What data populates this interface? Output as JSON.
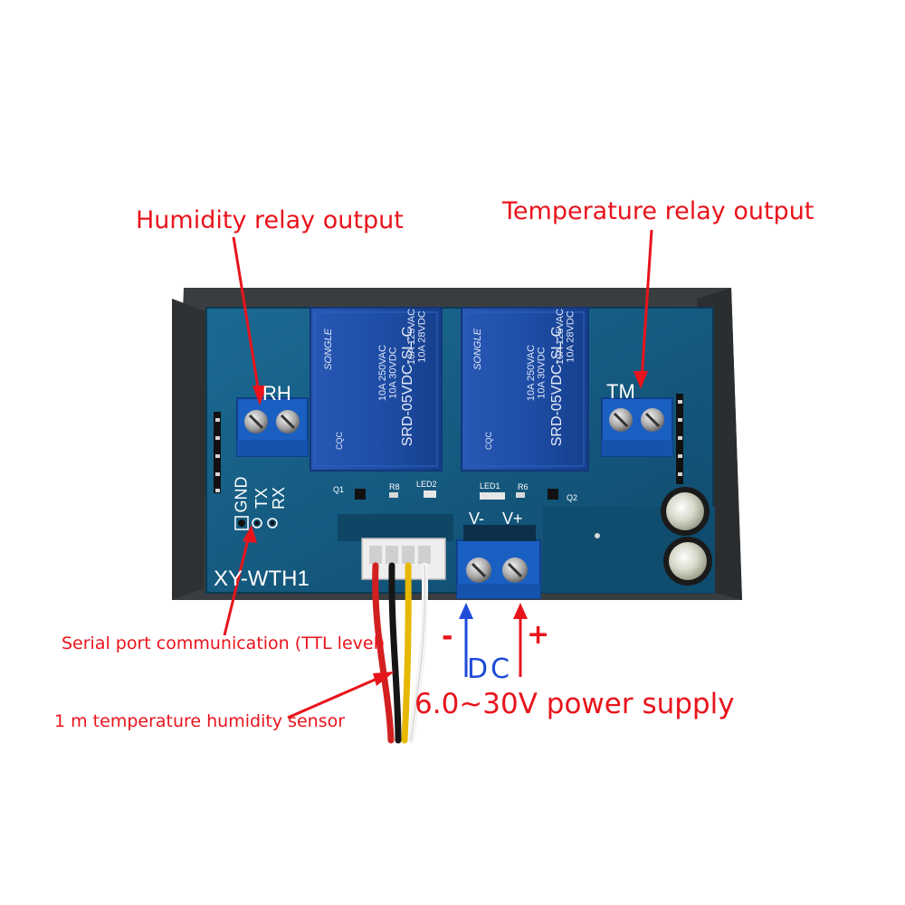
{
  "callouts": {
    "humidity_relay": "Humidity relay output",
    "temperature_relay": "Temperature relay output",
    "serial_port": "Serial port communication (TTL level)",
    "sensor": "1 m temperature humidity sensor",
    "dc_label": "DC",
    "power_supply": "6.0~30V power supply",
    "minus": "-",
    "plus": "+"
  },
  "board": {
    "model": "XY-WTH1",
    "rh": "RH",
    "tm": "TM",
    "gnd": "GND",
    "tx": "TX",
    "rx": "RX",
    "vminus": "V-",
    "vplus": "V+",
    "q1": "Q1",
    "q2": "Q2",
    "r8": "R8",
    "r6": "R6",
    "led1": "LED1",
    "led2": "LED2"
  },
  "relays": {
    "brand": "SONGLE",
    "model": "SRD-05VDC-SL-C",
    "rating_1": "10A 250VAC",
    "rating_2": "10A 30VDC",
    "rating_3": "10A 125VAC",
    "rating_4": "10A 28VDC",
    "cqc": "CQC"
  },
  "colors": {
    "callout_red": "#e8141c",
    "dc_blue": "#1e4bd8",
    "pcb": "#14577f",
    "relay": "#1d4ea6",
    "terminal": "#1a5fc2",
    "case": "#3c4042"
  }
}
